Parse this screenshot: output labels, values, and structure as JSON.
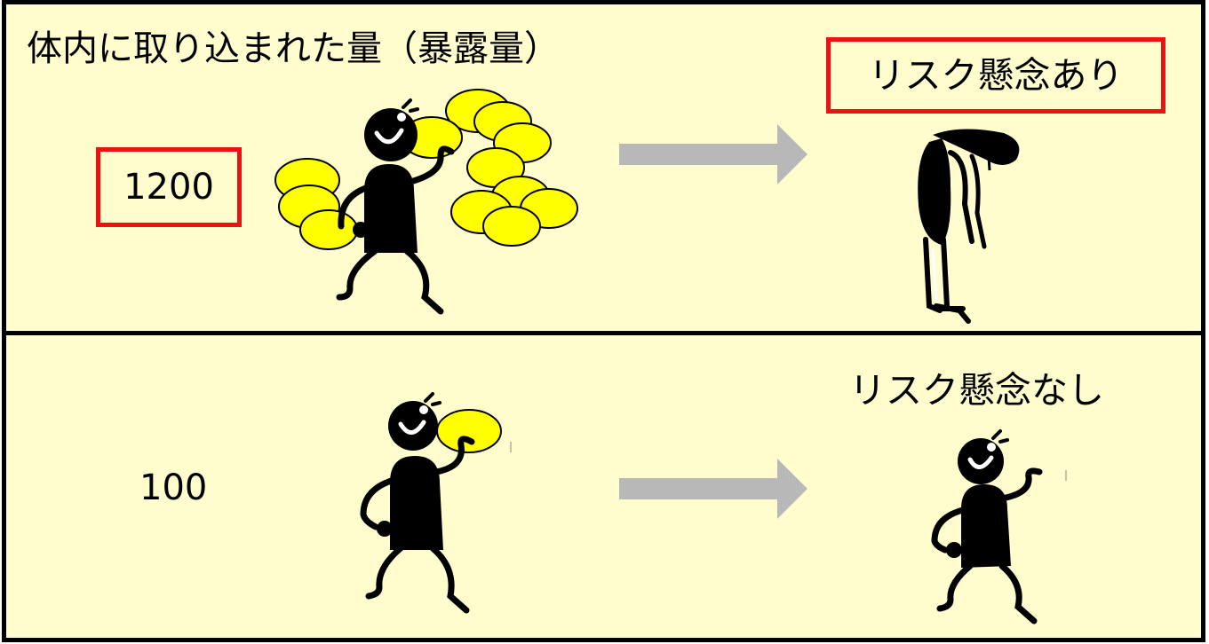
{
  "top": {
    "title": "体内に取り込まれた量（暴露量）",
    "amount": "1200",
    "result": "リスク懸念あり"
  },
  "bottom": {
    "amount": "100",
    "result": "リスク懸念なし"
  },
  "colors": {
    "panel_bg": "#fffccd",
    "highlight_border": "#ee1111",
    "pellet": "#ffff00",
    "arrow": "#b8b8b8"
  }
}
